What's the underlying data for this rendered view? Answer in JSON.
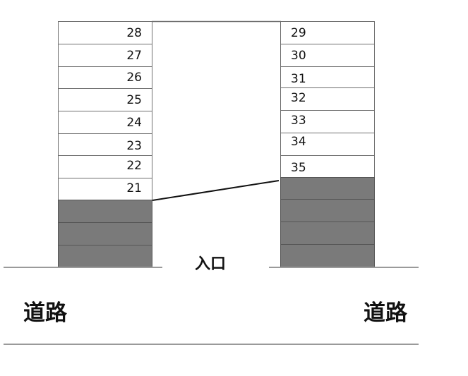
{
  "diagram": {
    "left_building": {
      "units": [
        "28",
        "27",
        "26",
        "25",
        "24",
        "23",
        "22",
        "21"
      ],
      "grey_floors": 3
    },
    "right_building": {
      "units": [
        "29",
        "30",
        "31",
        "32",
        "33",
        "34",
        "35"
      ],
      "grey_floors": 4
    },
    "labels": {
      "entrance": "入口",
      "road_left": "道路",
      "road_right": "道路"
    },
    "colors": {
      "grey_floor": "#7a7a7a",
      "border": "#6e6e6e",
      "line": "#9a9a9a"
    }
  }
}
